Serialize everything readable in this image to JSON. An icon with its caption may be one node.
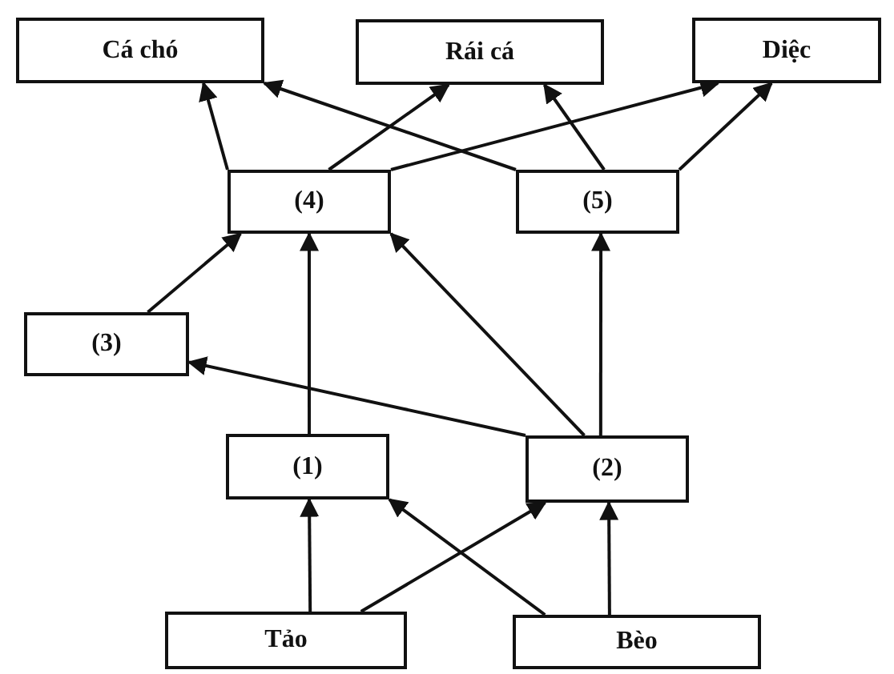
{
  "diagram": {
    "nodes": [
      {
        "text": [
          "Cá chó"
        ]
      },
      {
        "text": [
          "Rái cá"
        ]
      },
      {
        "text": [
          "Diệc"
        ]
      },
      {
        "text": [
          "(4)"
        ]
      },
      {
        "text": [
          "(5)"
        ]
      },
      {
        "text": [
          "(3)"
        ]
      },
      {
        "text": [
          "(1)"
        ]
      },
      {
        "text": [
          "(2)"
        ]
      },
      {
        "text": [
          "Tảo"
        ]
      },
      {
        "text": [
          "Bèo"
        ]
      }
    ],
    "edges": [
      {
        "from": 3,
        "to": 0,
        "arrow": "to"
      },
      {
        "from": 3,
        "to": 1,
        "arrow": "to"
      },
      {
        "from": 3,
        "to": 2,
        "arrow": "to"
      },
      {
        "from": 4,
        "to": 0,
        "arrow": "to"
      },
      {
        "from": 4,
        "to": 1,
        "arrow": "to"
      },
      {
        "from": 4,
        "to": 2,
        "arrow": "to"
      },
      {
        "from": 5,
        "to": 3,
        "arrow": "to"
      },
      {
        "from": 6,
        "to": 3,
        "arrow": "to"
      },
      {
        "from": 7,
        "to": 3,
        "arrow": "to"
      },
      {
        "from": 7,
        "to": 4,
        "arrow": "to"
      },
      {
        "from": 7,
        "to": 5,
        "arrow": "to"
      },
      {
        "from": 8,
        "to": 6,
        "arrow": "to"
      },
      {
        "from": 8,
        "to": 7,
        "arrow": "to"
      },
      {
        "from": 9,
        "to": 6,
        "arrow": "to"
      },
      {
        "from": 9,
        "to": 7,
        "arrow": "to"
      }
    ]
  }
}
